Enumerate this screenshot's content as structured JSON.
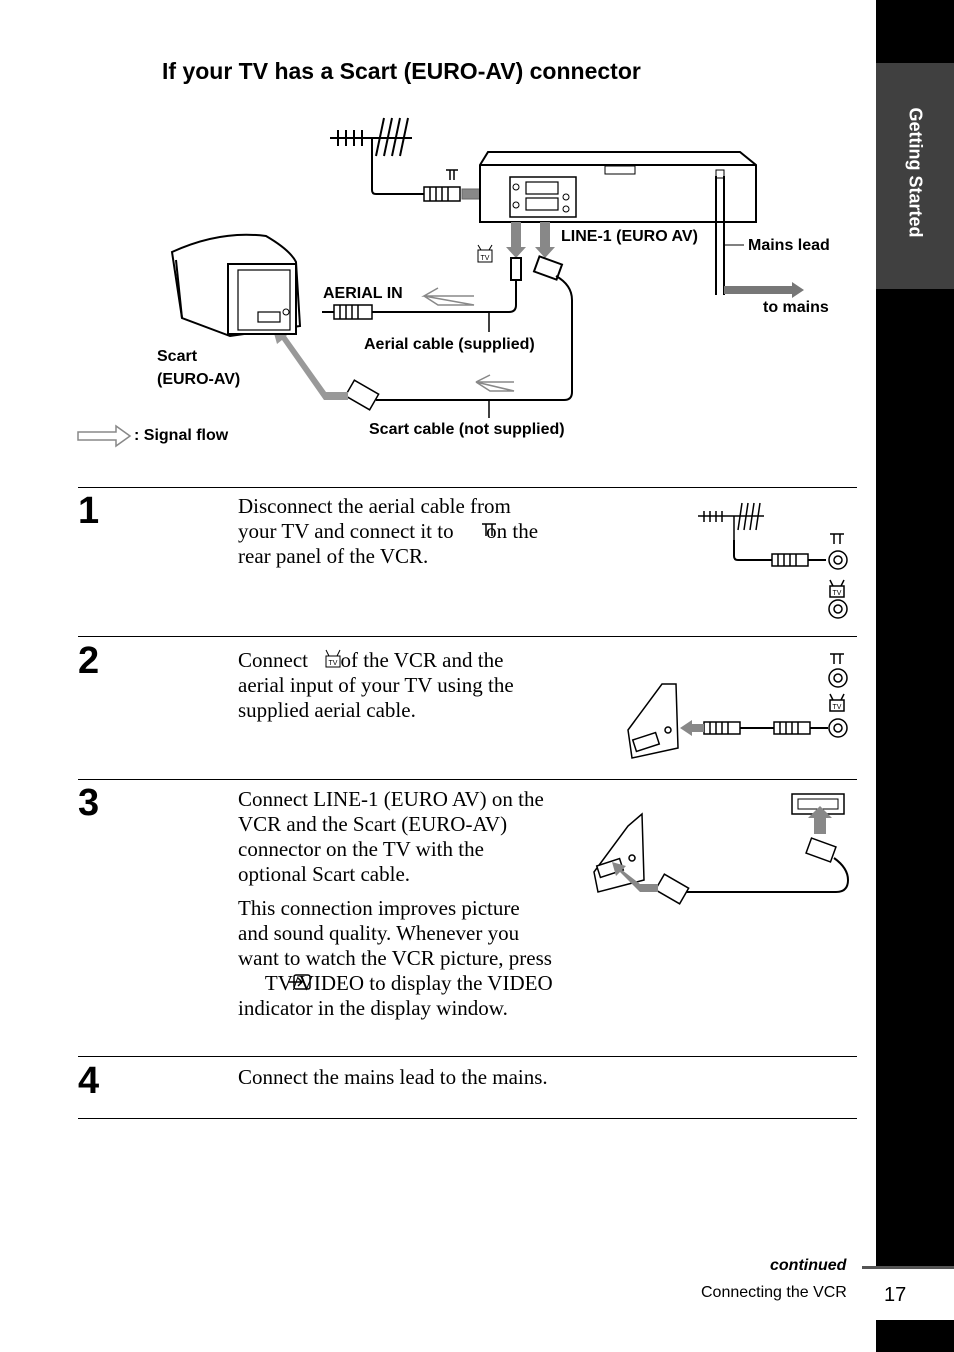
{
  "sidebar": {
    "section_tab": "Getting Started",
    "page_number": "17"
  },
  "title": "If your TV has a Scart (EURO-AV) connector",
  "diagram": {
    "labels": {
      "line1": "LINE-1 (EURO AV)",
      "mains_lead": "Mains lead",
      "aerial_in": "AERIAL IN",
      "to_mains": "to mains",
      "scart_line1": "Scart",
      "scart_line2": "(EURO-AV)",
      "aerial_cable": "Aerial cable (supplied)",
      "scart_cable": "Scart cable (not supplied)",
      "signal_flow": ": Signal flow"
    },
    "icons": {
      "tv": "TV",
      "aerial": "aerial-input-icon"
    }
  },
  "steps": [
    {
      "number": "1",
      "text_before": "Disconnect the aerial cable from your TV and connect it to ",
      "text_after": " on the rear panel of the VCR."
    },
    {
      "number": "2",
      "text_before": "Connect ",
      "text_after": " of the VCR and the aerial input of your TV using the supplied aerial cable."
    },
    {
      "number": "3",
      "text": "Connect LINE-1 (EURO AV) on the VCR and the Scart (EURO-AV) connector on the TV with the optional Scart cable.",
      "text2_before": "This connection improves picture and sound quality.  Whenever you want to watch the VCR picture, press ",
      "text2_after": " TV/VIDEO to display the VIDEO indicator in the display window."
    },
    {
      "number": "4",
      "text": "Connect the mains lead to the mains."
    }
  ],
  "footer": {
    "continued": "continued",
    "section": "Connecting the VCR"
  }
}
